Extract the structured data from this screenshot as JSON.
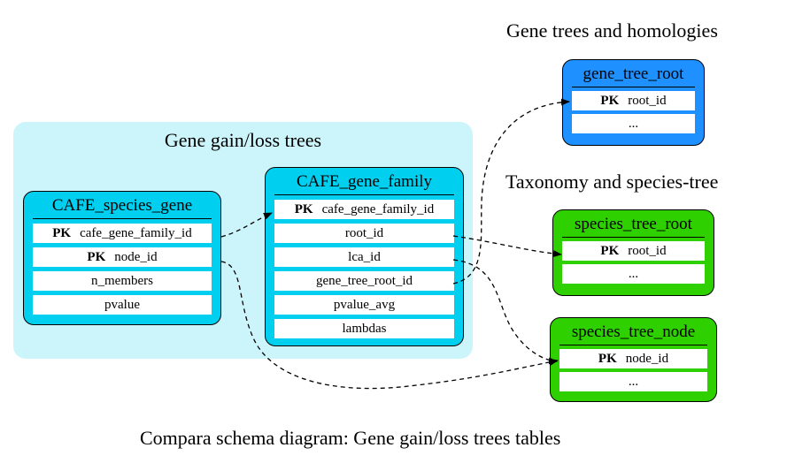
{
  "caption": "Compara schema diagram: Gene gain/loss trees tables",
  "cluster": {
    "title": "Gene gain/loss trees"
  },
  "groups": {
    "homologies": "Gene trees and homologies",
    "taxonomy": "Taxonomy and species-tree"
  },
  "tables": {
    "cafe_species_gene": {
      "title": "CAFE_species_gene",
      "rows": [
        {
          "pk": "PK",
          "name": "cafe_gene_family_id"
        },
        {
          "pk": "PK",
          "name": "node_id"
        },
        {
          "pk": "",
          "name": "n_members"
        },
        {
          "pk": "",
          "name": "pvalue"
        }
      ]
    },
    "cafe_gene_family": {
      "title": "CAFE_gene_family",
      "rows": [
        {
          "pk": "PK",
          "name": "cafe_gene_family_id"
        },
        {
          "pk": "",
          "name": "root_id"
        },
        {
          "pk": "",
          "name": "lca_id"
        },
        {
          "pk": "",
          "name": "gene_tree_root_id"
        },
        {
          "pk": "",
          "name": "pvalue_avg"
        },
        {
          "pk": "",
          "name": "lambdas"
        }
      ]
    },
    "gene_tree_root": {
      "title": "gene_tree_root",
      "rows": [
        {
          "pk": "PK",
          "name": "root_id"
        },
        {
          "pk": "",
          "name": "..."
        }
      ]
    },
    "species_tree_root": {
      "title": "species_tree_root",
      "rows": [
        {
          "pk": "PK",
          "name": "root_id"
        },
        {
          "pk": "",
          "name": "..."
        }
      ]
    },
    "species_tree_node": {
      "title": "species_tree_node",
      "rows": [
        {
          "pk": "PK",
          "name": "node_id"
        },
        {
          "pk": "",
          "name": "..."
        }
      ]
    }
  },
  "colors": {
    "cluster_bg": "#ccf5fb",
    "gain_loss_table": "#00cfef",
    "gene_tree_table": "#1e90ff",
    "species_tree_table": "#2ed000"
  }
}
